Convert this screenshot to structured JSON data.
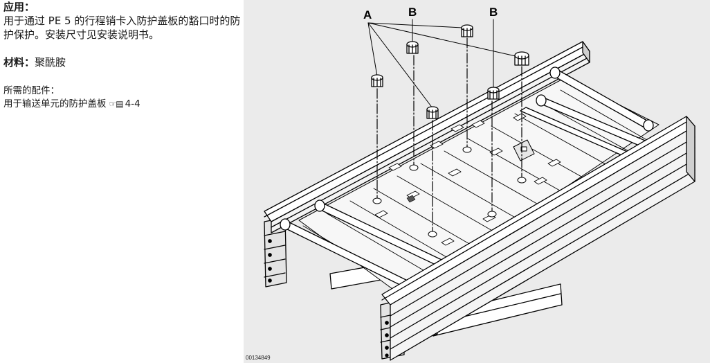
{
  "application": {
    "heading": "应用：",
    "body": "用于通过 PE 5 的行程销卡入防护盖板的豁口时的防护保护。安装尺寸见安装说明书。"
  },
  "material": {
    "label": "材料：",
    "value": "聚酰胺"
  },
  "accessories": {
    "heading": "所需的配件：",
    "item_text": "用于输送单元的防护盖板",
    "ref_icon": "pointing-hand-book-icon",
    "ref_page": "4-4"
  },
  "figure": {
    "callouts": [
      "A",
      "B",
      "B"
    ],
    "id": "00134849"
  }
}
